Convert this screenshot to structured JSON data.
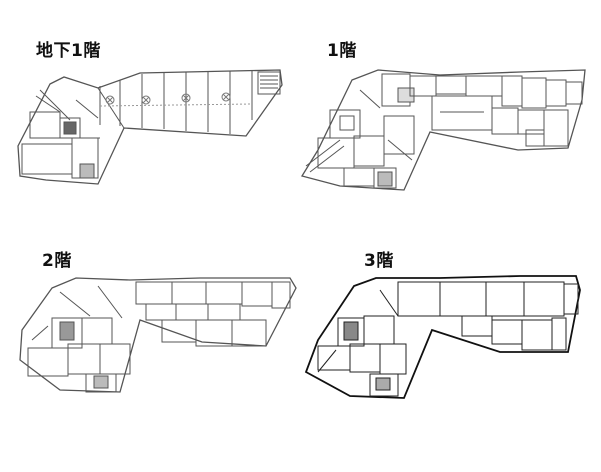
{
  "floors": [
    {
      "id": "b1",
      "label": "地下1階"
    },
    {
      "id": "f1",
      "label": "1階"
    },
    {
      "id": "f2",
      "label": "2階"
    },
    {
      "id": "f3",
      "label": "3階"
    }
  ],
  "colors": {
    "line": "#555555",
    "light": "#999999",
    "heavy": "#111111"
  }
}
